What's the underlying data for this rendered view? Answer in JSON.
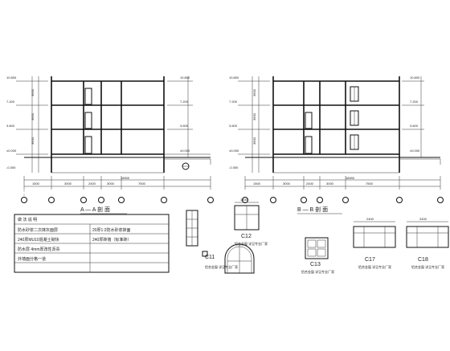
{
  "section_aa": {
    "title": "A — A 剖 面",
    "levels": [
      "10.800",
      "7.200",
      "3.600",
      "±0.000",
      "-0.300"
    ],
    "floor_heights": [
      "3600",
      "3600",
      "3600"
    ],
    "spans": [
      "1500",
      "3000",
      "2400",
      "3000",
      "7500"
    ],
    "total": "18900"
  },
  "section_bb": {
    "title": "B — B 剖 面",
    "levels": [
      "10.800",
      "7.200",
      "3.600",
      "±0.000",
      "-0.300"
    ],
    "floor_heights": [
      "3600",
      "3600",
      "3600"
    ],
    "spans": [
      "1500",
      "3000",
      "2400",
      "3000",
      "7500"
    ],
    "total": "18900"
  },
  "notes": {
    "title": "做 法 说 明",
    "lines": [
      "防水砂浆二次抹灰面层",
      "240厚MU10混凝土砌块",
      "防水层 4mm厚改性沥青",
      "外墙面分格一道",
      "20厚1:2防水砂浆抹面",
      "240厚砖墙（标准砖）"
    ]
  },
  "windows": [
    {
      "id": "C11",
      "caption": "铝合金窗 详见专业厂家"
    },
    {
      "id": "C12",
      "caption": "铝合金窗 详见专业厂家",
      "width": "1500"
    },
    {
      "id": "C13",
      "caption": "铝合金窗 详见专业厂家"
    },
    {
      "id": "C17",
      "caption": "铝合金窗 详见专业厂家",
      "width": "2400"
    },
    {
      "id": "C18",
      "caption": "铝合金窗 详见专业厂家",
      "width": "2400"
    }
  ],
  "colors": {
    "line": "#111111",
    "accent": "#000000"
  }
}
